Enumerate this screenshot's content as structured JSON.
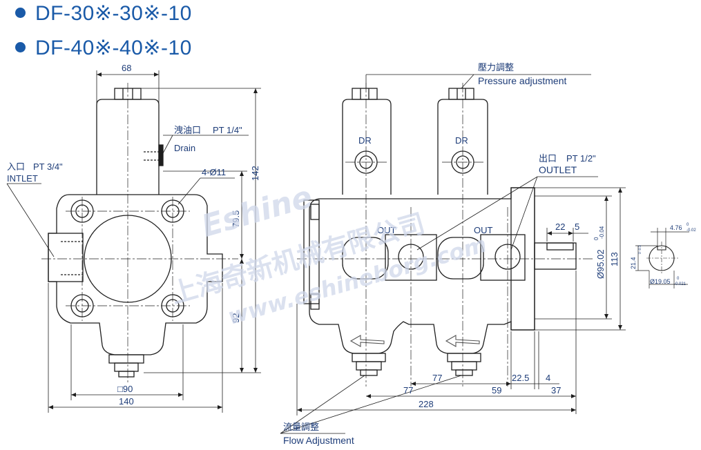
{
  "titles": [
    "DF-30※-30※-10",
    "DF-40※-40※-10"
  ],
  "watermark": {
    "brand": "Eshine",
    "company_cn": "上海奇新机械有限公司",
    "url": "www.eshineborg.com"
  },
  "left_view": {
    "dim_top": "68",
    "drain_cn": "洩油口",
    "drain_pt": "PT 1/4\"",
    "drain_en": "Drain",
    "inlet_cn": "入口",
    "inlet_pt": "PT 3/4\"",
    "inlet_en": "INTLET",
    "holes": "4-Ø11",
    "dim_142": "142",
    "dim_795": "79.5",
    "dim_92": "92",
    "dim_sq90": "□90",
    "dim_140": "140"
  },
  "right_view": {
    "pressure_cn": "壓力調整",
    "pressure_en": "Pressure adjustment",
    "dr1": "DR",
    "dr2": "DR",
    "outlet_cn": "出口",
    "outlet_pt": "PT 1/2\"",
    "outlet_en": "OUTLET",
    "out1": "OUT",
    "out2": "OUT",
    "dim_22": "22",
    "dim_5": "5",
    "dia_9502": "Ø95.02",
    "tol_9502_top": "0",
    "tol_9502_bot": "-0.04",
    "dim_113": "113",
    "dim_77a": "77",
    "dim_225": "22.5",
    "dim_4": "4",
    "dim_77b": "77",
    "dim_59": "59",
    "dim_37": "37",
    "dim_228": "228",
    "flow_cn": "流量調整",
    "flow_en": "Flow Adjustment"
  },
  "shaft_detail": {
    "key_width": "4.76",
    "key_tol_top": "0",
    "key_tol_bot": "-0.02",
    "height": "21.4",
    "height_tol": "0 -0.1",
    "dia": "Ø19.05",
    "dia_tol_top": "0",
    "dia_tol_bot": "-0.021"
  },
  "colors": {
    "line": "#1e1e1e",
    "text": "#1d3c78",
    "title": "#1a5aa8",
    "watermark": "#c8d2e8"
  }
}
